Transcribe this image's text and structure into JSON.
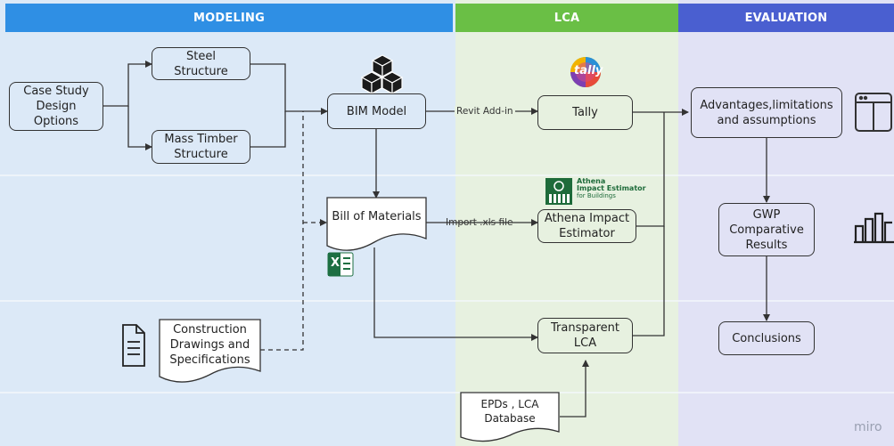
{
  "lanes": {
    "modeling": "MODELING",
    "lca": "LCA",
    "evaluation": "EVALUATION"
  },
  "nodes": {
    "case_study": "Case Study Design Options",
    "steel": "Steel Structure",
    "timber": "Mass Timber Structure",
    "bim": "BIM Model",
    "bom": "Bill of Materials",
    "drawings": "Construction Drawings and Specifications",
    "tally": "Tally",
    "athena": "Athena Impact Estimator",
    "transparent": "Transparent LCA",
    "epds": "EPDs , LCA Database",
    "advantages": "Advantages,limitations and assumptions",
    "gwp": "GWP Comparative Results",
    "conclusions": "Conclusions"
  },
  "edge_labels": {
    "revit": "Revit Add-in",
    "import": "Import .xls file"
  },
  "logos": {
    "tally": "tally",
    "athena_line1": "Athena",
    "athena_line2": "Impact Estimator",
    "athena_line3": "for Buildings",
    "excel": "X",
    "watermark": "miro"
  },
  "colors": {
    "modeling_header": "#2f8fe4",
    "lca_header": "#6abf45",
    "evaluation_header": "#4a5fd0",
    "modeling_bg": "#dce9f7",
    "lca_bg": "#e7f1e0",
    "evaluation_bg": "#e1e2f5"
  }
}
